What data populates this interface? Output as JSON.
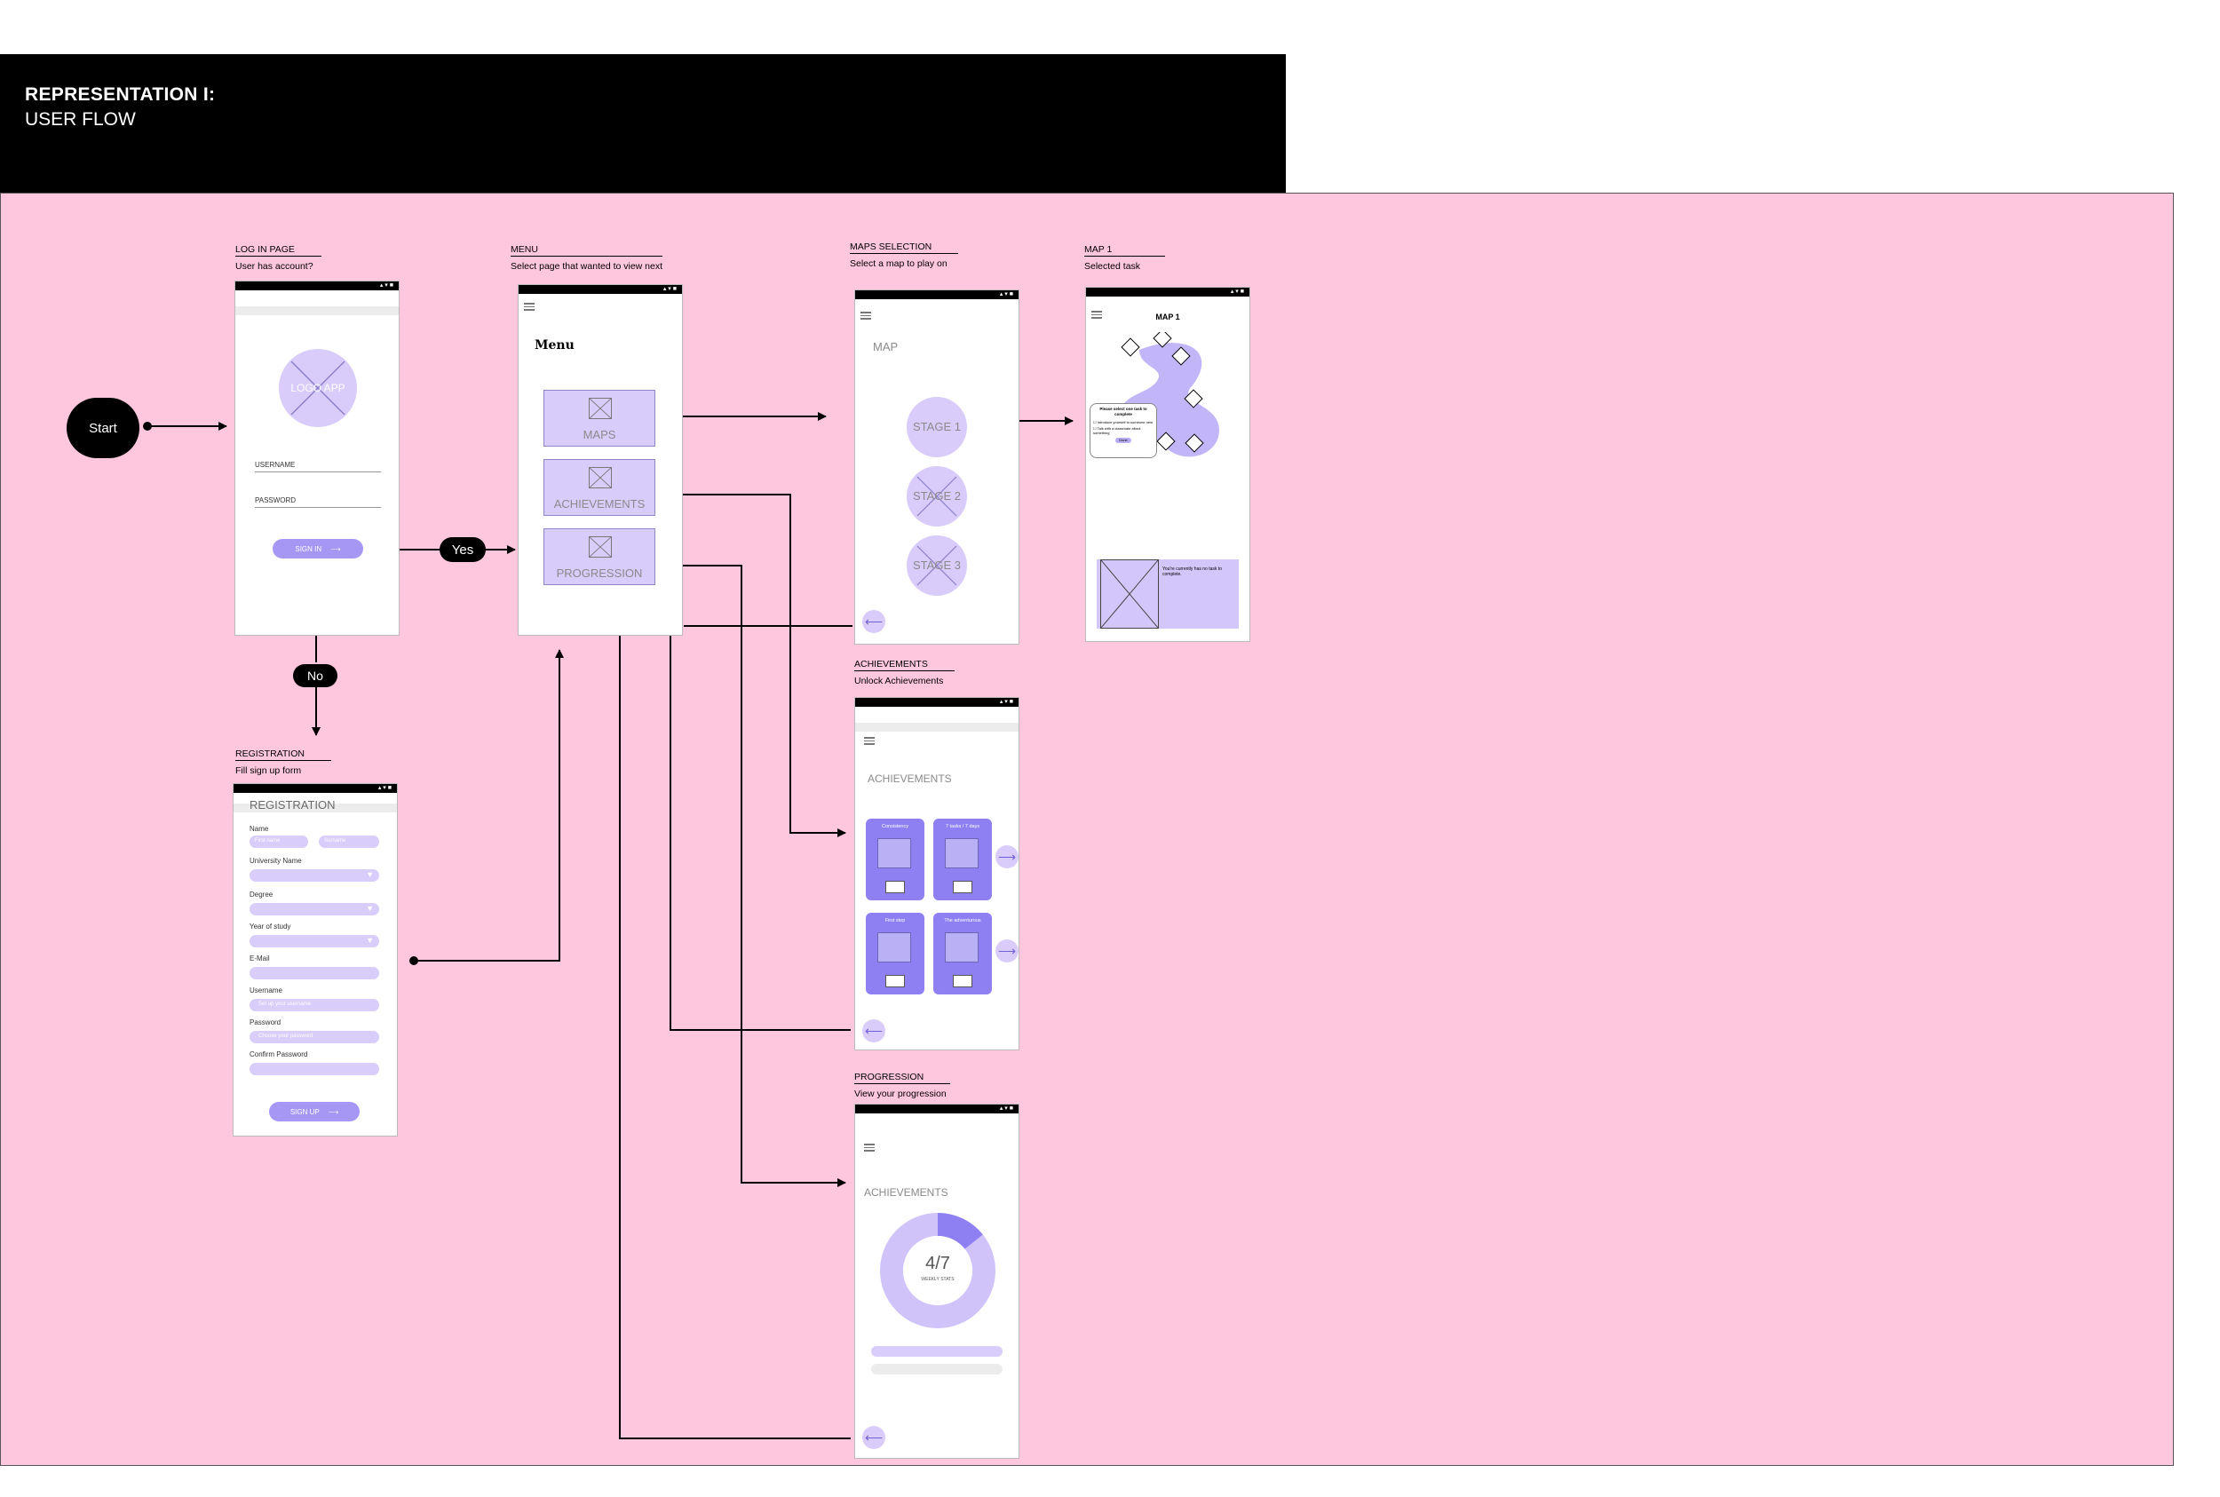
{
  "header": {
    "title_line1": "REPRESENTATION I:",
    "title_line2": "USER FLOW"
  },
  "nodes": {
    "start": "Start",
    "yes": "Yes",
    "no": "No"
  },
  "screens": {
    "login": {
      "title": "LOG IN PAGE",
      "subtitle": "User has account?",
      "logo_text": "LOGO APP",
      "username_label": "USERNAME",
      "password_label": "PASSWORD",
      "signin_label": "SIGN IN"
    },
    "menu": {
      "title": "MENU",
      "subtitle": "Select page that wanted to view next",
      "heading": "Menu",
      "items": [
        "MAPS",
        "ACHIEVEMENTS",
        "PROGRESSION"
      ]
    },
    "maps": {
      "title": "MAPS SELECTION",
      "subtitle": "Select a map to play on",
      "heading": "MAP",
      "stages": [
        "STAGE 1",
        "STAGE 2",
        "STAGE 3"
      ]
    },
    "map1": {
      "title": "MAP 1",
      "subtitle": "Selected task",
      "heading": "MAP 1",
      "popup_title": "Please select one task to complete",
      "popup_items": [
        "Introduce yourself to someone new",
        "Talk with a classmate about something"
      ],
      "popup_button": "Done",
      "banner_text": "You're currently has no task to complete."
    },
    "achievements": {
      "title": "ACHIEVEMENTS",
      "subtitle": "Unlock Achievements",
      "heading": "ACHIEVEMENTS",
      "cards": [
        "Consistency",
        "7 tasks / 7 days",
        "First step",
        "The adventurous"
      ]
    },
    "progression": {
      "title": "PROGRESSION",
      "subtitle": "View your progression",
      "heading": "ACHIEVEMENTS",
      "progress_value": "4/7",
      "progress_caption": "WEEKLY STATS",
      "progress_fraction": 0.1428
    },
    "registration": {
      "title": "REGISTRATION",
      "subtitle": "Fill sign up form",
      "heading": "REGISTRATION",
      "name_label": "Name",
      "first_name_ph": "First name",
      "surname_ph": "Surname",
      "university_label": "University Name",
      "degree_label": "Degree",
      "year_label": "Year of study",
      "email_label": "E-Mail",
      "username_label": "Username",
      "username_ph": "Set up your username",
      "password_label": "Password",
      "password_ph": "Choose your password",
      "confirm_label": "Confirm Password",
      "signup_label": "SIGN UP"
    }
  },
  "colors": {
    "canvas": "#ffc7dd",
    "accent": "#8e80f2",
    "accent_light": "#d9ccfb",
    "header": "#000000"
  }
}
